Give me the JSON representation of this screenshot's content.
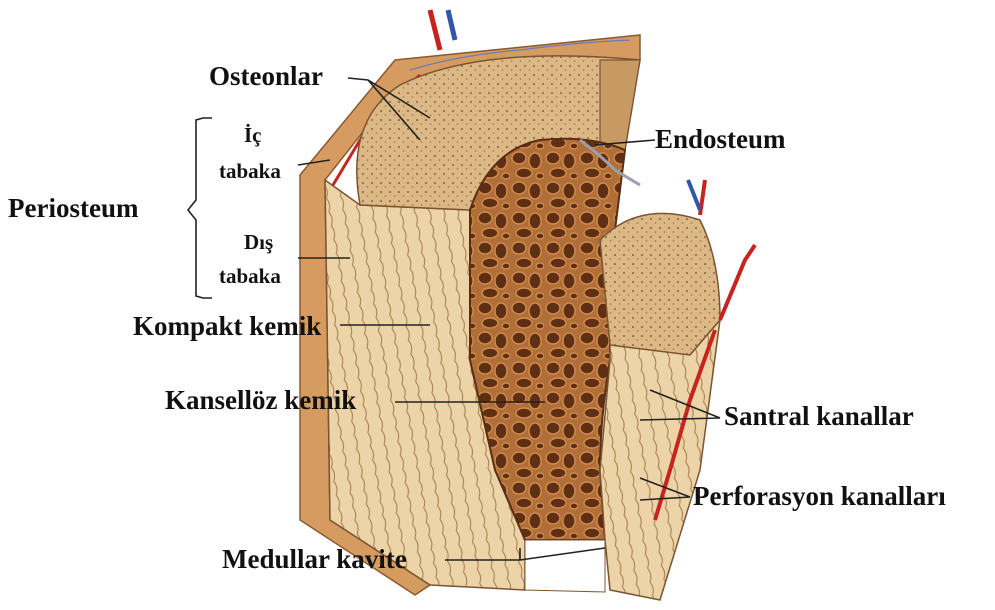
{
  "labels": {
    "osteonlar": "Osteonlar",
    "ic": "İç",
    "ic_tabaka": "tabaka",
    "periosteum": "Periosteum",
    "dis": "Dış",
    "dis_tabaka": "tabaka",
    "kompakt": "Kompakt kemik",
    "kansellöz": "Kansellöz kemik",
    "medullar": "Medullar kavite",
    "endosteum": "Endosteum",
    "santral": "Santral kanallar",
    "perforasyon": "Perforasyon kanalları"
  },
  "colors": {
    "bone": "#e9cfa3",
    "bone_dark": "#b88a5a",
    "spongy": "#9a5a2e",
    "spongy_hole": "#5a2e14",
    "vessel_red": "#c8231e",
    "vessel_blue": "#2f58a6",
    "periosteum": "#d9a46f"
  }
}
